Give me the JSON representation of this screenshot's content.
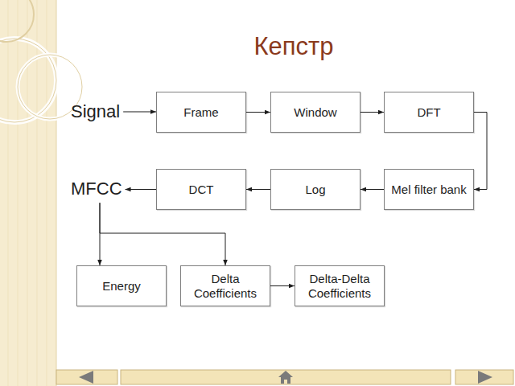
{
  "diagram": {
    "title": "Кепстр",
    "nodes": [
      {
        "text": [
          "Signal"
        ]
      },
      {
        "text": [
          "Frame"
        ]
      },
      {
        "text": [
          "Window"
        ]
      },
      {
        "text": [
          "DFT"
        ]
      },
      {
        "text": [
          "MFCC"
        ]
      },
      {
        "text": [
          "DCT"
        ]
      },
      {
        "text": [
          "Log"
        ]
      },
      {
        "text": [
          "Mel filter bank"
        ]
      },
      {
        "text": [
          "Energy"
        ]
      },
      {
        "text": [
          "Delta Coefficients"
        ]
      },
      {
        "text": [
          "Delta-Delta Coefficients"
        ]
      }
    ],
    "edges": [
      {
        "from": 0,
        "to": 1,
        "arrow": "to"
      },
      {
        "from": 1,
        "to": 2,
        "arrow": "to"
      },
      {
        "from": 2,
        "to": 3,
        "arrow": "to"
      },
      {
        "from": 3,
        "to": 7,
        "arrow": "to"
      },
      {
        "from": 7,
        "to": 6,
        "arrow": "to"
      },
      {
        "from": 6,
        "to": 5,
        "arrow": "to"
      },
      {
        "from": 5,
        "to": 4,
        "arrow": "to"
      },
      {
        "from": 4,
        "to": 8,
        "arrow": "to"
      },
      {
        "from": 4,
        "to": 9,
        "arrow": "to"
      },
      {
        "from": 9,
        "to": 10,
        "arrow": "to"
      }
    ]
  }
}
